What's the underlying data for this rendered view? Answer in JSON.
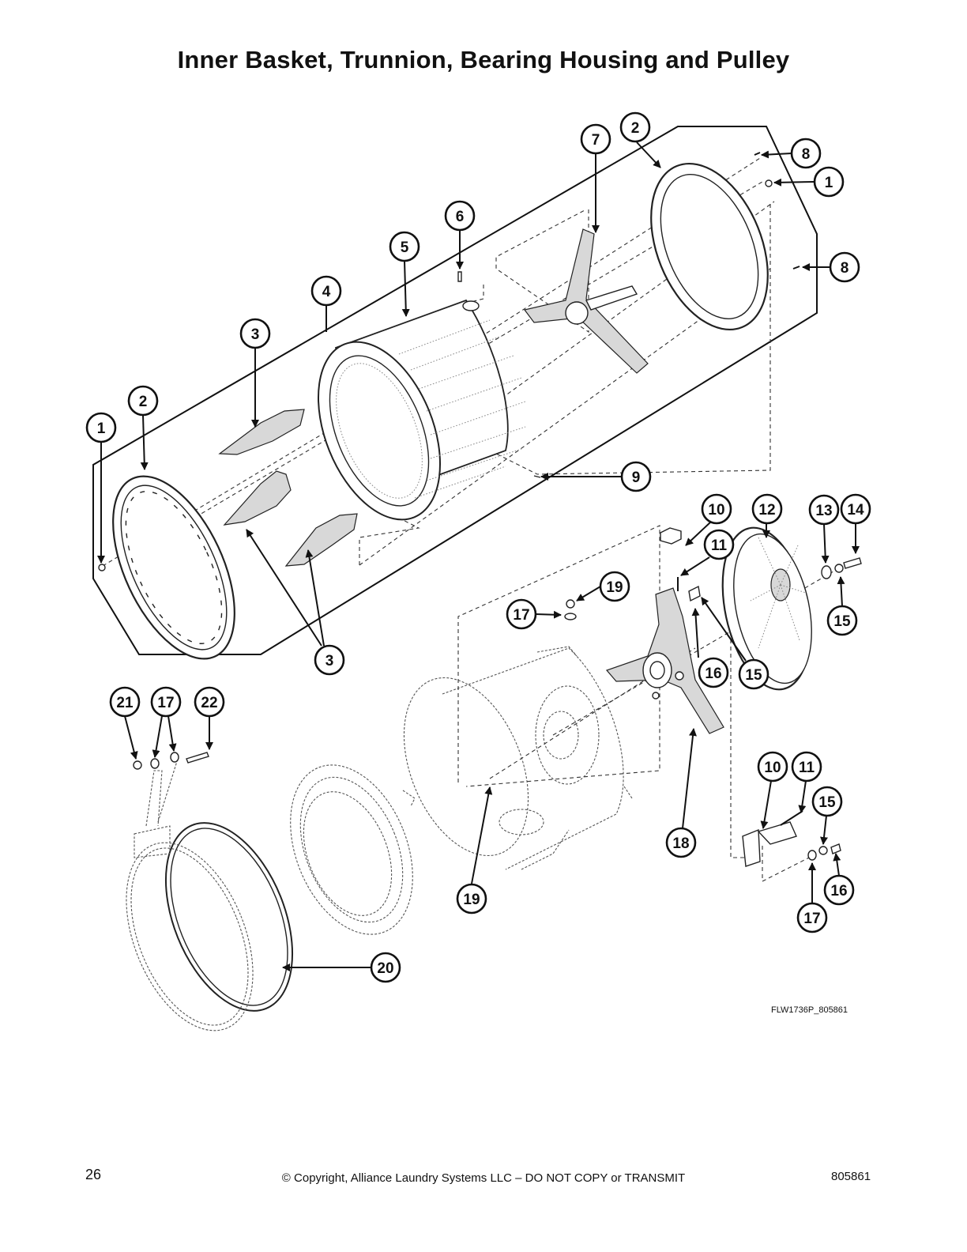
{
  "title": "Inner Basket, Trunnion, Bearing Housing and Pulley",
  "figure_code": "FLW1736P_805861",
  "footer": {
    "page_number": "26",
    "copyright": "© Copyright, Alliance Laundry Systems LLC – DO NOT COPY or TRANSMIT",
    "doc_number": "805861"
  },
  "callouts": [
    "1",
    "2",
    "3",
    "4",
    "5",
    "6",
    "7",
    "8",
    "9",
    "10",
    "11",
    "12",
    "13",
    "14",
    "15",
    "16",
    "17",
    "18",
    "19",
    "20",
    "21",
    "22"
  ]
}
